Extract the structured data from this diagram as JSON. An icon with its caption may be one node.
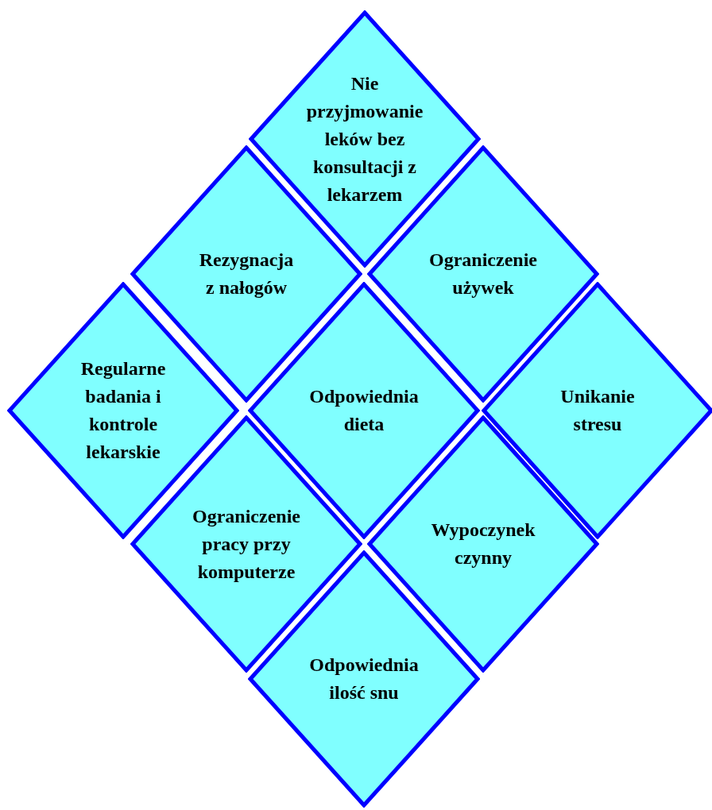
{
  "diagram": {
    "nodes": [
      {
        "text": [
          "Nie przyjmowanie leków bez konsultacji z lekarzem"
        ]
      },
      {
        "text": [
          "Rezygnacja z nałogów"
        ]
      },
      {
        "text": [
          "Ograniczenie używek"
        ]
      },
      {
        "text": [
          "Regularne badania i kontrole lekarskie"
        ]
      },
      {
        "text": [
          "Odpowiednia dieta"
        ]
      },
      {
        "text": [
          "Unikanie stresu"
        ]
      },
      {
        "text": [
          "Ograniczenie pracy przy komputerze"
        ]
      },
      {
        "text": [
          "Wypoczynek czynny"
        ]
      },
      {
        "text": [
          "Odpowiednia ilość snu"
        ]
      }
    ]
  }
}
